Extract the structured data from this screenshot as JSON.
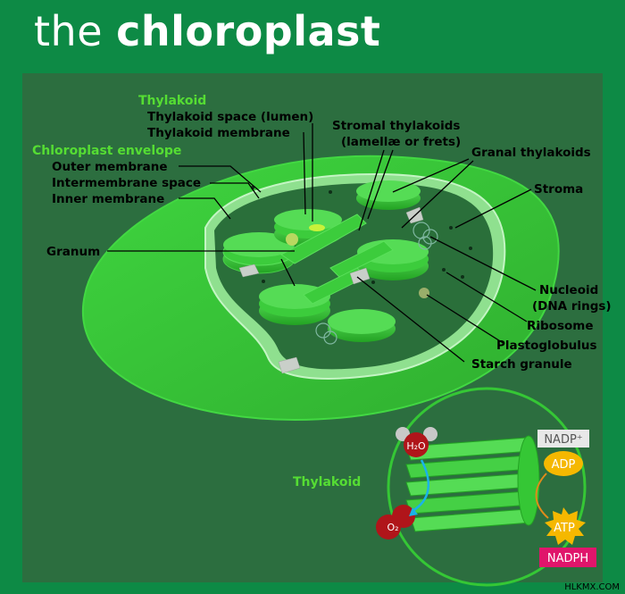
{
  "title": {
    "part1": "the ",
    "part2": "chloroplast"
  },
  "labels": {
    "thylakoid_heading": "Thylakoid",
    "thylakoid_space": "Thylakoid space (lumen)",
    "thylakoid_membrane": "Thylakoid membrane",
    "envelope_heading": "Chloroplast envelope",
    "outer_membrane": "Outer membrane",
    "intermembrane_space": "Intermembrane space",
    "inner_membrane": "Inner membrane",
    "granum": "Granum",
    "stromal_thylakoids_1": "Stromal thylakoids",
    "stromal_thylakoids_2": "(lamellæ or frets)",
    "granal_thylakoids": "Granal thylakoids",
    "stroma": "Stroma",
    "nucleoid_1": "Nucleoid",
    "nucleoid_2": "(DNA rings)",
    "ribosome": "Ribosome",
    "plastoglobulus": "Plastoglobulus",
    "starch_granule": "Starch granule"
  },
  "inset": {
    "thylakoid_label": "Thylakoid",
    "h2o": "H₂O",
    "o2": "O₂",
    "nadp": "NADP⁺",
    "adp": "ADP",
    "atp": "ATP",
    "nadph": "NADPH"
  },
  "watermark": "HLKMX.COM",
  "colors": {
    "background": "#0d8a45",
    "panel": "#2c6e3f",
    "outer_membrane": "#3ec93e",
    "stroma": "#2a6f3a",
    "thylakoid": "#35c735",
    "heading_green": "#55dd33",
    "nadph_box": "#e0156b",
    "adp_atp": "#f5b800",
    "water": "#b0151a"
  }
}
